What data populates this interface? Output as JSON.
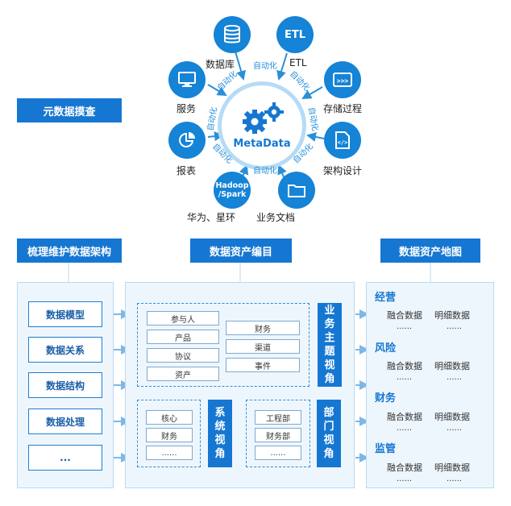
{
  "top": {
    "left_banner": "元数据摸查",
    "center_label": "MetaData",
    "nodes": {
      "database": "数据库",
      "etl_icon": "ETL",
      "etl": "ETL",
      "service": "服务",
      "storage": "存储过程",
      "report": "报表",
      "arch": "架构设计",
      "hadoop_icon_1": "Hadoop",
      "hadoop_icon_2": "/Spark",
      "hadoop": "华为、星环",
      "docs": "业务文档"
    },
    "auto_label": "自动化"
  },
  "banners": {
    "left": "梳理维护数据架构",
    "middle": "数据资产编目",
    "right": "数据资产地图"
  },
  "left_items": [
    "数据模型",
    "数据关系",
    "数据结构",
    "数据处理",
    "..."
  ],
  "business": {
    "col1": [
      "参与人",
      "产品",
      "协议",
      "资产"
    ],
    "col2": [
      "财务",
      "渠道",
      "事件"
    ],
    "title": "业务主题视角"
  },
  "system": {
    "items": [
      "核心",
      "财务",
      "......"
    ],
    "title": "系统视角"
  },
  "department": {
    "items": [
      "工程部",
      "财务部",
      "......"
    ],
    "title": "部门视角"
  },
  "map": [
    {
      "category": "经营",
      "a": "融合数据",
      "b": "明细数据",
      "dots": "......"
    },
    {
      "category": "风险",
      "a": "融合数据",
      "b": "明细数据",
      "dots": "......"
    },
    {
      "category": "财务",
      "a": "融合数据",
      "b": "明细数据",
      "dots": "......"
    },
    {
      "category": "监管",
      "a": "融合数据",
      "b": "明细数据",
      "dots": "......"
    }
  ],
  "colors": {
    "primary": "#1677d2",
    "circle": "#1583d6",
    "panel": "#eef6fd",
    "accent_text": "#2a8fd8"
  }
}
